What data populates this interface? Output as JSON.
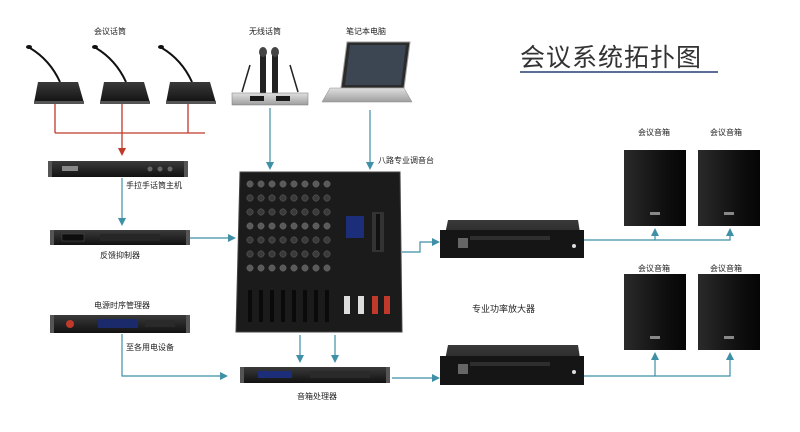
{
  "title": "会议系统拓扑图",
  "labels": {
    "conference_mic": "会议话筒",
    "wireless_mic": "无线话筒",
    "laptop": "笔记本电脑",
    "mic_host": "手拉手话筒主机",
    "feedback_suppressor": "反馈抑制器",
    "mixer": "八路专业调音台",
    "power_sequencer": "电源时序管理器",
    "to_power_devices": "至各用电设备",
    "audio_processor": "音箱处理器",
    "power_amplifier": "专业功率放大器",
    "speaker_1": "会议音箱",
    "speaker_2": "会议音箱",
    "speaker_3": "会议音箱",
    "speaker_4": "会议音箱"
  },
  "colors": {
    "link_line": "#3f8fa6",
    "mic_bus": "#c0392b",
    "device_body": "#1c1c1c",
    "title_underline": "#5b6f96"
  }
}
